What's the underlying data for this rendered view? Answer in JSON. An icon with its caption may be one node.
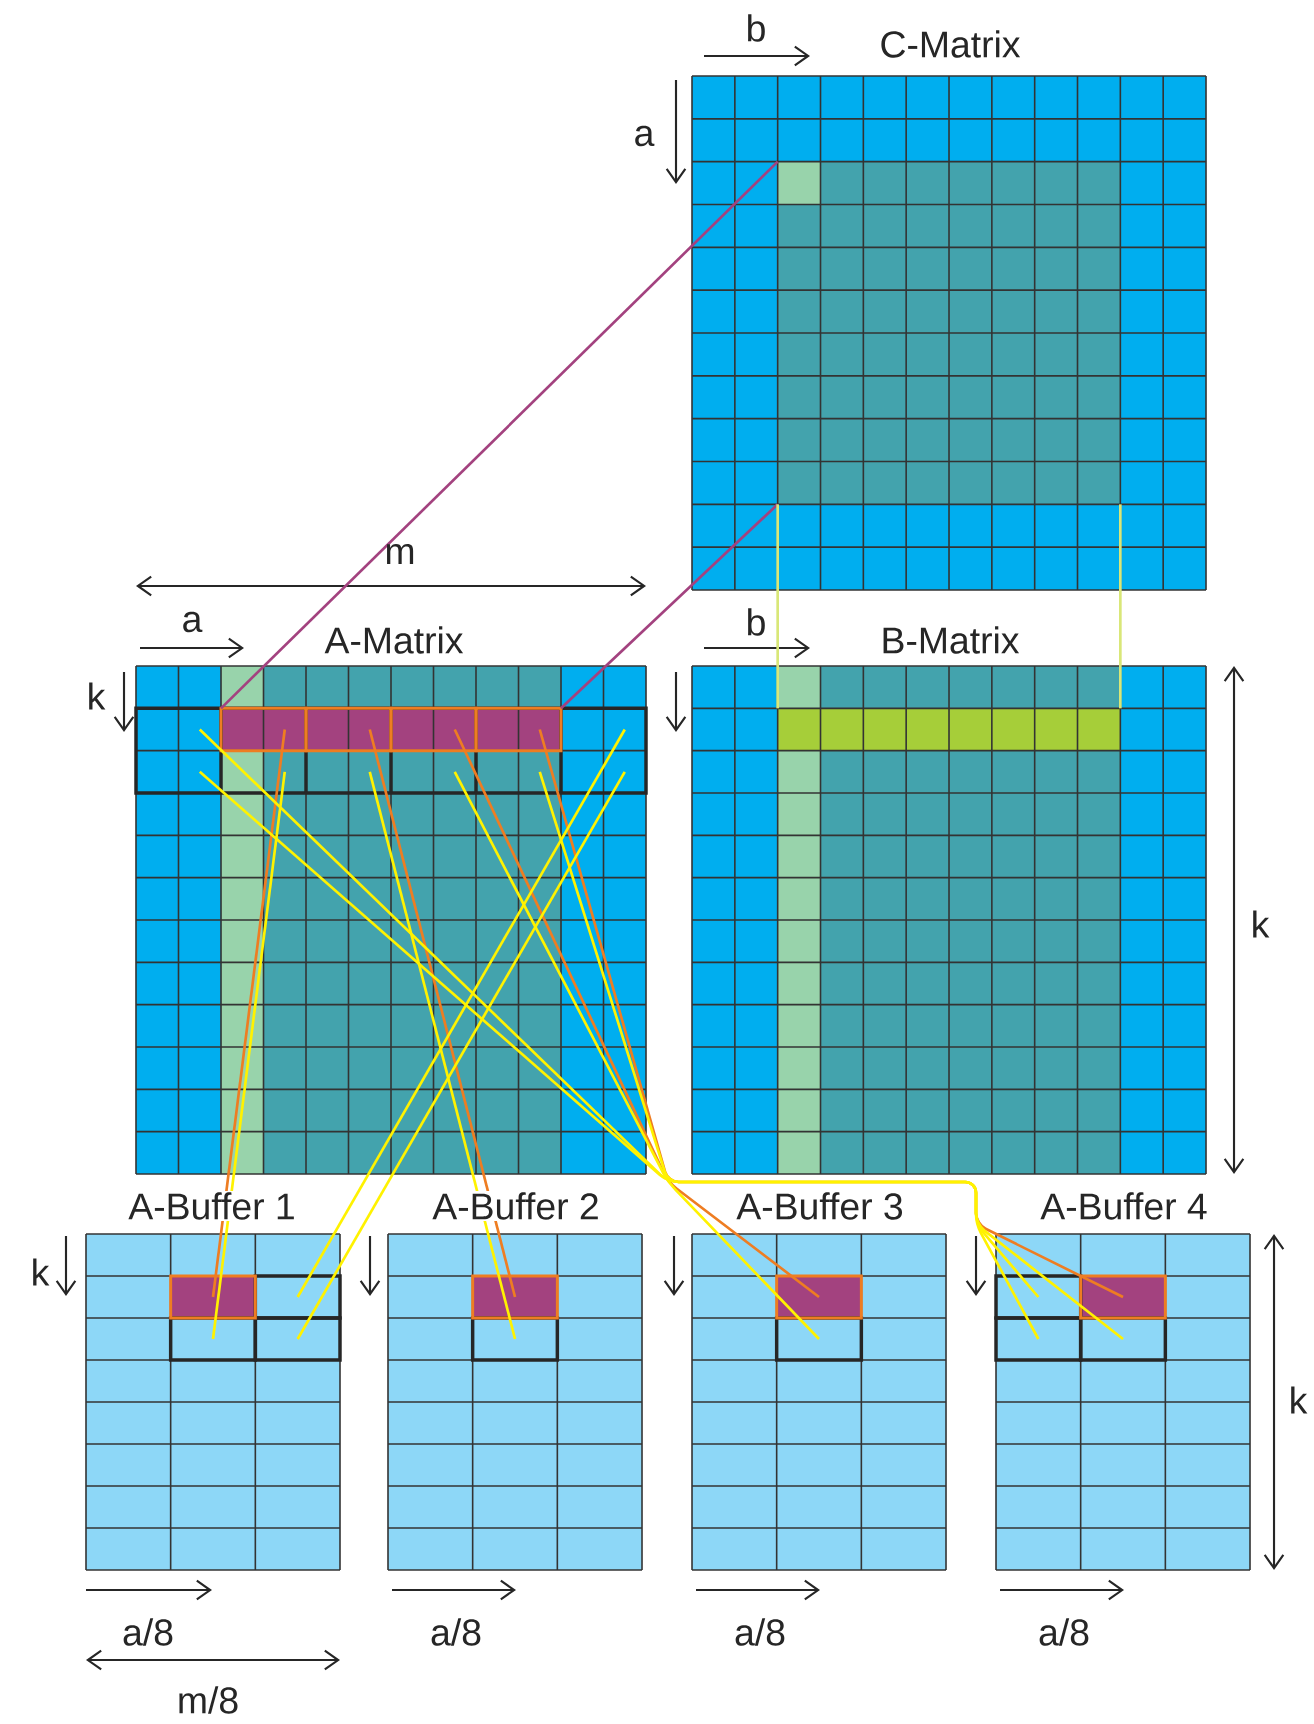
{
  "diagram": {
    "nodes": [
      {
        "text": [
          "C-Matrix"
        ]
      },
      {
        "text": [
          "A-Matrix"
        ]
      },
      {
        "text": [
          "B-Matrix"
        ]
      },
      {
        "text": [
          "A-Buffer 1"
        ]
      },
      {
        "text": [
          "A-Buffer 2"
        ]
      },
      {
        "text": [
          "A-Buffer 3"
        ]
      },
      {
        "text": [
          "A-Buffer 4"
        ]
      }
    ],
    "edges": [
      {
        "from": 1,
        "to": 0,
        "arrow": "none",
        "color": "#a3427f"
      },
      {
        "from": 1,
        "to": 0,
        "arrow": "none",
        "color": "#a3427f"
      },
      {
        "from": 0,
        "to": 2,
        "arrow": "none",
        "color": "#d9e778"
      },
      {
        "from": 0,
        "to": 2,
        "arrow": "none",
        "color": "#d9e778"
      },
      {
        "from": 1,
        "to": 3,
        "arrow": "none",
        "color": "#ee7d22"
      },
      {
        "from": 1,
        "to": 4,
        "arrow": "none",
        "color": "#ee7d22"
      },
      {
        "from": 1,
        "to": 5,
        "arrow": "none",
        "color": "#ee7d22"
      },
      {
        "from": 1,
        "to": 6,
        "arrow": "none",
        "color": "#ee7d22"
      },
      {
        "from": 1,
        "to": 3,
        "arrow": "none"
      },
      {
        "from": 1,
        "to": 4,
        "arrow": "none"
      },
      {
        "from": 1,
        "to": 5,
        "arrow": "none"
      },
      {
        "from": 1,
        "to": 6,
        "arrow": "none"
      },
      {
        "from": 1,
        "to": 3,
        "arrow": "none"
      },
      {
        "from": 1,
        "to": 3,
        "arrow": "none"
      },
      {
        "from": 1,
        "to": 6,
        "arrow": "none"
      },
      {
        "from": 1,
        "to": 6,
        "arrow": "none"
      }
    ],
    "labels": [
      "b",
      "a",
      "m",
      "a",
      "b",
      "k",
      "k",
      "k",
      "k",
      "a/8",
      "a/8",
      "a/8",
      "a/8",
      "m/8"
    ]
  }
}
